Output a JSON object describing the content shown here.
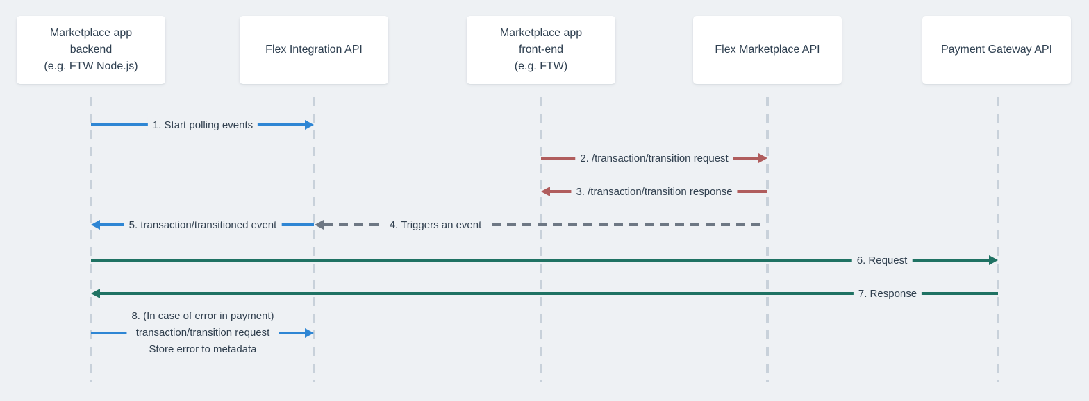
{
  "diagram": {
    "type": "sequence-diagram",
    "colors": {
      "background": "#eef1f4",
      "box_background": "#ffffff",
      "text": "#2e3f50",
      "label_text": "#31404f",
      "lifeline": "#c8d1da",
      "blue_arrow": "#2e86d4",
      "red_arrow": "#b05d5d",
      "green_arrow": "#1f7263",
      "gray_arrow": "#6e7884"
    },
    "participants": [
      {
        "id": "marketplace-backend",
        "lines": [
          "Marketplace app",
          "backend",
          "(e.g. FTW Node.js)"
        ]
      },
      {
        "id": "flex-integration-api",
        "lines": [
          "Flex Integration API"
        ]
      },
      {
        "id": "marketplace-frontend",
        "lines": [
          "Marketplace app",
          "front-end",
          "(e.g. FTW)"
        ]
      },
      {
        "id": "flex-marketplace-api",
        "lines": [
          "Flex Marketplace API"
        ]
      },
      {
        "id": "payment-gateway-api",
        "lines": [
          "Payment Gateway API"
        ]
      }
    ],
    "messages": [
      {
        "label": "1. Start polling events",
        "from": "Marketplace app backend",
        "to": "Flex Integration API",
        "color": "blue",
        "style": "solid",
        "direction": "right"
      },
      {
        "label": "2. /transaction/transition request",
        "from": "Marketplace app front-end",
        "to": "Flex Marketplace API",
        "color": "red",
        "style": "solid",
        "direction": "right"
      },
      {
        "label": "3. /transaction/transition response",
        "from": "Flex Marketplace API",
        "to": "Marketplace app front-end",
        "color": "red",
        "style": "solid",
        "direction": "left"
      },
      {
        "label": "4. Triggers an event",
        "from": "Flex Marketplace API",
        "to": "Flex Integration API",
        "color": "gray",
        "style": "dashed",
        "direction": "left"
      },
      {
        "label": "5. transaction/transitioned event",
        "from": "Flex Integration API",
        "to": "Marketplace app backend",
        "color": "blue",
        "style": "solid",
        "direction": "left"
      },
      {
        "label": "6. Request",
        "from": "Marketplace app backend",
        "to": "Payment Gateway API",
        "color": "green",
        "style": "solid",
        "direction": "right"
      },
      {
        "label": "7. Response",
        "from": "Payment Gateway API",
        "to": "Marketplace app backend",
        "color": "green",
        "style": "solid",
        "direction": "left"
      },
      {
        "lines": [
          "8. (In case of error in payment)",
          "transaction/transition request",
          "Store error to metadata"
        ],
        "from": "Marketplace app backend",
        "to": "Flex Integration API",
        "color": "blue",
        "style": "solid",
        "direction": "right"
      }
    ]
  }
}
